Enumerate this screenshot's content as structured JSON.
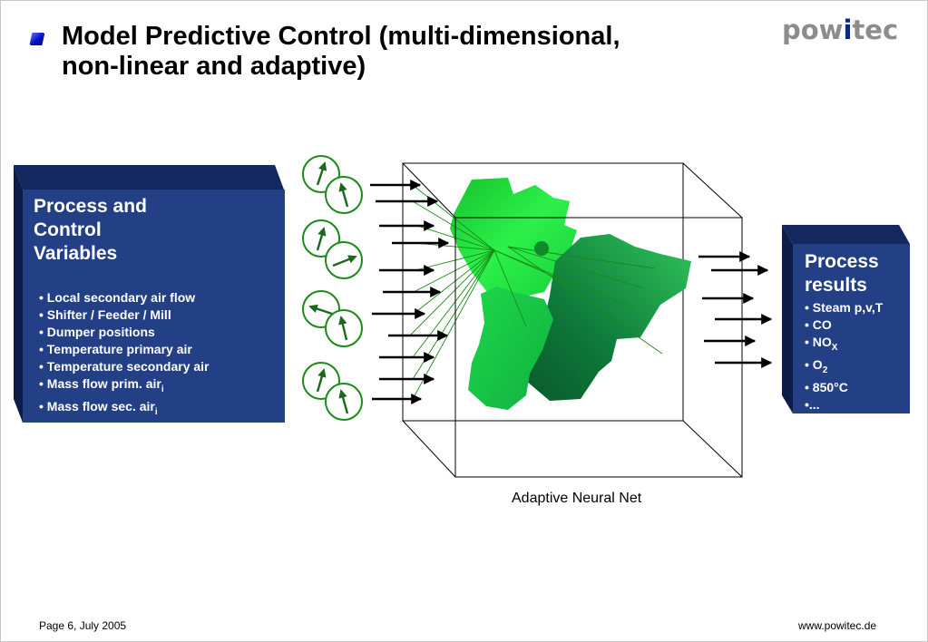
{
  "title": {
    "line1": "Model Predictive Control (multi-dimensional,",
    "line2": "non-linear and adaptive)"
  },
  "logo": {
    "prefix": "pow",
    "accent": "i",
    "suffix": "tec"
  },
  "input_box": {
    "heading_lines": [
      "Process and",
      "Control",
      "Variables"
    ],
    "items": [
      {
        "text": "• Local secondary air flow",
        "sub": ""
      },
      {
        "text": "• Shifter / Feeder / Mill",
        "sub": ""
      },
      {
        "text": "• Dumper positions",
        "sub": ""
      },
      {
        "text": "• Temperature primary air",
        "sub": ""
      },
      {
        "text": "• Temperature secondary air",
        "sub": ""
      },
      {
        "text": "• Mass flow prim. air",
        "sub": "i"
      },
      {
        "text": "• Mass flow sec. air",
        "sub": "i"
      },
      {
        "text": "•…",
        "sub": ""
      }
    ]
  },
  "output_box": {
    "heading_lines": [
      "Process",
      "results"
    ],
    "items": [
      {
        "text": "• Steam p,v,T",
        "sub": ""
      },
      {
        "text": "• CO",
        "sub": ""
      },
      {
        "text": "• NO",
        "sub": "X"
      },
      {
        "text": "• O",
        "sub": "2"
      },
      {
        "text": "• 850°C",
        "sub": ""
      },
      {
        "text": "•...",
        "sub": ""
      }
    ]
  },
  "caption": "Adaptive Neural Net",
  "footer": {
    "left": "Page 6, July 2005",
    "right": "www.powitec.de"
  },
  "colors": {
    "box_front": "#233f86",
    "box_top": "#13285e",
    "box_side": "#0d1d4a",
    "blob_light": "#1fe040",
    "blob_dark": "#0a6a32",
    "gauge": "#1b8a1b"
  }
}
